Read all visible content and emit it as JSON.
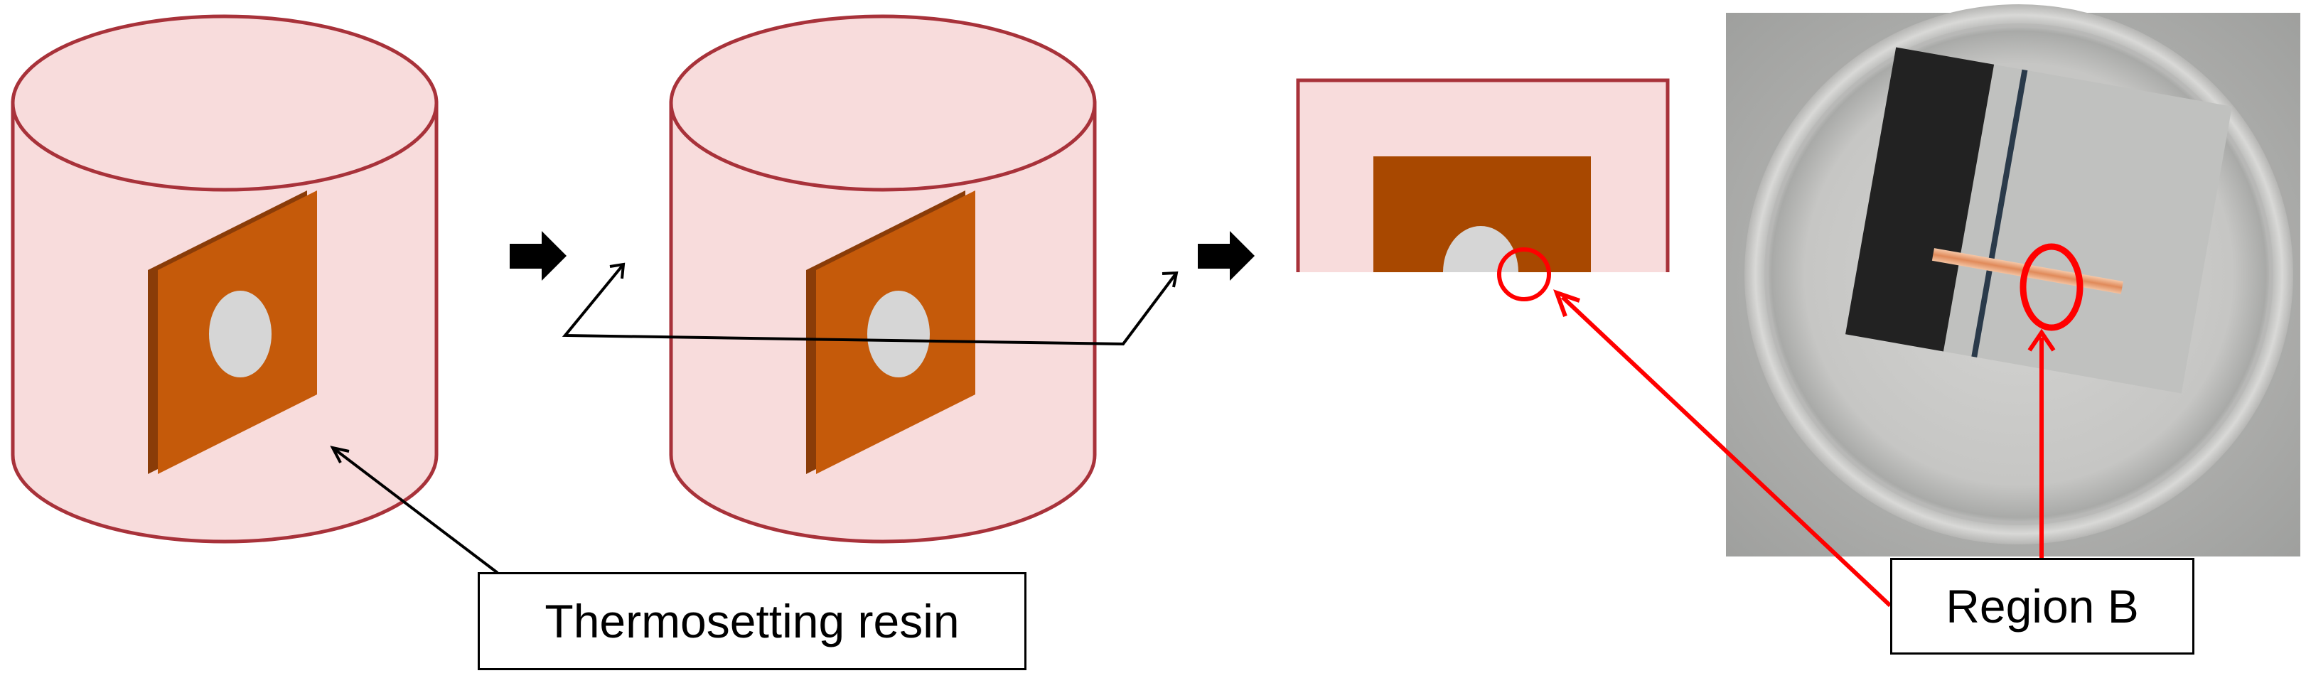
{
  "labels": {
    "resin": "Thermosetting resin",
    "region": "Region B"
  },
  "colors": {
    "resin_fill": "#f8dcdc",
    "resin_outline": "#a8323a",
    "plate_front": "#c55a0a",
    "plate_side": "#8a3c08",
    "plate_polished": "#a84800",
    "hole": "#d6d6d6",
    "highlight_red": "#ff0000",
    "arrow_black": "#000000"
  },
  "icons": {
    "step_arrow": "right-block-arrow",
    "highlight": "red-circle"
  }
}
